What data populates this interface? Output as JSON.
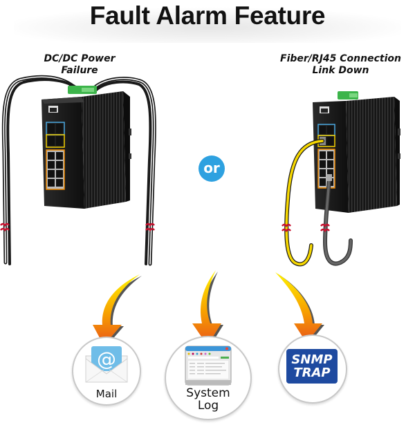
{
  "title": "Fault Alarm Feature",
  "scenarios": [
    {
      "caption_line1": "DC/DC Power",
      "caption_line2": "Failure",
      "device": "industrial-switch",
      "cable_type": "power-wires"
    },
    {
      "caption_line1": "Fiber/RJ45 Connection",
      "caption_line2": "Link Down",
      "device": "industrial-switch",
      "cable_type": "fiber-and-rj45"
    }
  ],
  "connector": "or",
  "alerts": [
    {
      "name": "mail",
      "label": "Mail",
      "icon": "envelope-at-icon"
    },
    {
      "name": "system-log",
      "label_line1": "System",
      "label_line2": "Log",
      "icon": "browser-window-icon"
    },
    {
      "name": "snmp-trap",
      "label_line1": "SNMP",
      "label_line2": "TRAP",
      "icon": "snmp-badge"
    }
  ],
  "colors": {
    "or_badge": "#2ea1e0",
    "arrow_top": "#ffe600",
    "arrow_bottom": "#e8541a",
    "snmp_bg": "#1e4aa0",
    "fiber_cable": "#f7d800",
    "rj45_cable": "#555555",
    "break_mark": "#c8102e",
    "terminal_block": "#3cb44a"
  }
}
